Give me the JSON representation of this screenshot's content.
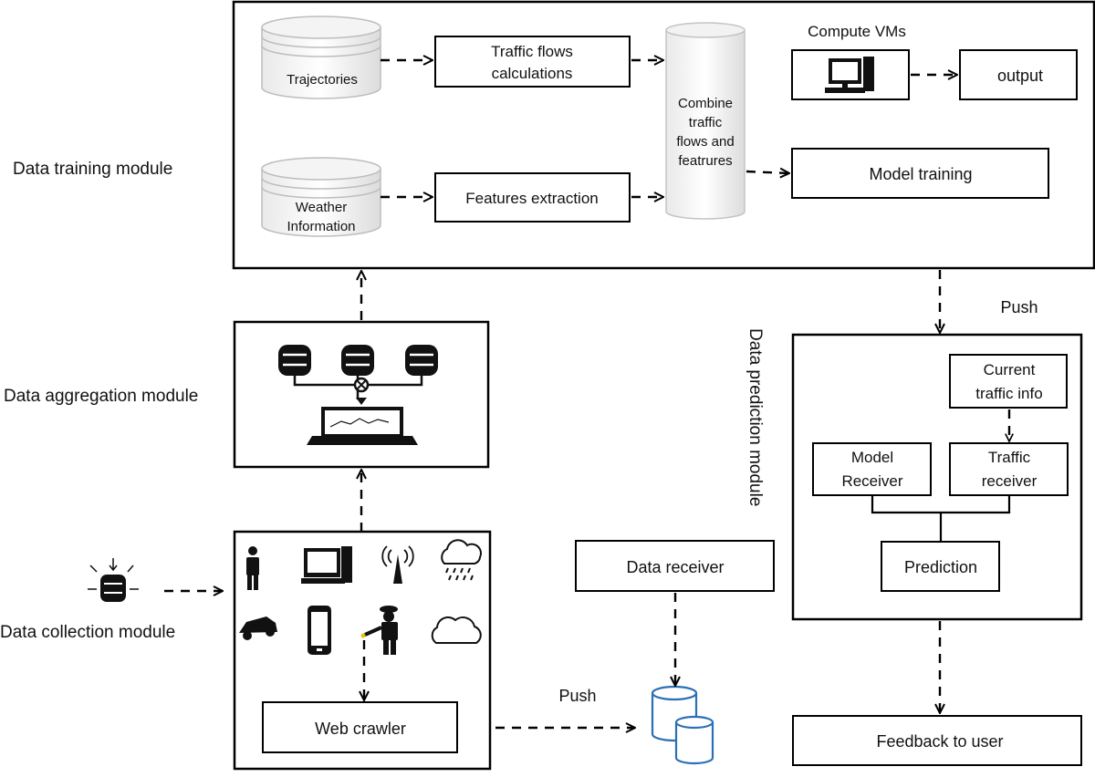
{
  "modules": {
    "training": "Data training module",
    "aggregation": "Data aggregation module",
    "collection": "Data collection module",
    "prediction": "Data prediction module"
  },
  "training": {
    "trajectories": "Trajectories",
    "weather_line1": "Weather",
    "weather_line2": "Information",
    "traffic_flows_line1": "Traffic flows",
    "traffic_flows_line2": "calculations",
    "features_extraction": "Features extraction",
    "combine_lines": [
      "Combine",
      "traffic",
      "flows and",
      "featrures"
    ],
    "compute_vms": "Compute VMs",
    "output": "output",
    "model_training": "Model training"
  },
  "collection": {
    "web_crawler": "Web crawler"
  },
  "prediction": {
    "current_line1": "Current",
    "current_line2": "traffic info",
    "model_receiver_line1": "Model",
    "model_receiver_line2": "Receiver",
    "traffic_receiver_line1": "Traffic",
    "traffic_receiver_line2": "receiver",
    "prediction": "Prediction",
    "feedback": "Feedback to user"
  },
  "data_receiver": "Data receiver",
  "push_labels": {
    "top": "Push",
    "bottom": "Push"
  },
  "colors": {
    "storage_blue": "#2b6fb4",
    "cylinder_grey": "#b9b9b9"
  }
}
